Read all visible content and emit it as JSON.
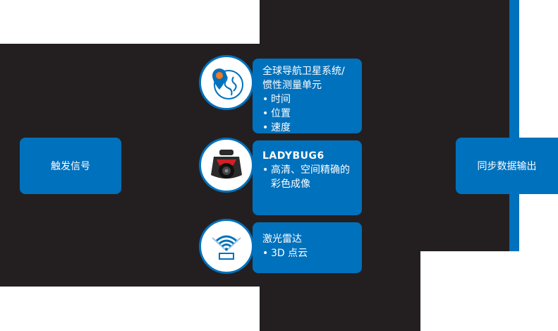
{
  "colors": {
    "accent": "#0071bc",
    "background_dark": "#231f20",
    "pin": "#f47920",
    "camera_red": "#d21f26"
  },
  "trigger": {
    "label": "触发信号"
  },
  "output": {
    "label": "同步数据输出"
  },
  "sensors": [
    {
      "icon": "globe-location-icon",
      "title": "全球导航卫星系统/惯性测量单元",
      "items": [
        "时间",
        "位置",
        "速度"
      ]
    },
    {
      "icon": "ladybug-camera-icon",
      "title": "LADYBUG6",
      "items": [
        "高清、空间精确的彩色成像"
      ]
    },
    {
      "icon": "lidar-icon",
      "title": "激光雷达",
      "items": [
        "3D 点云"
      ]
    }
  ]
}
